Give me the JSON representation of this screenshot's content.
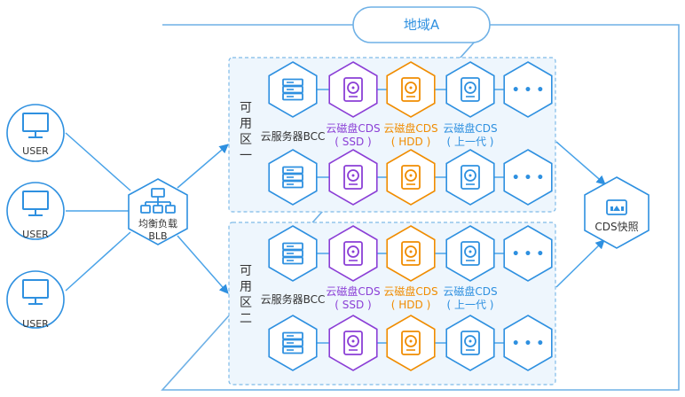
{
  "region": {
    "title": "地域A"
  },
  "users": [
    {
      "label": "USER"
    },
    {
      "label": "USER"
    },
    {
      "label": "USER"
    }
  ],
  "blb": {
    "line1": "均衡负载",
    "line2": "BLB"
  },
  "zones": [
    {
      "zone_label": [
        "可",
        "用",
        "区",
        "一"
      ],
      "bcc_label": "云服务器BCC",
      "disks": [
        {
          "name": "云磁盘CDS",
          "type": "( SSD )",
          "color": "#8b3fd6"
        },
        {
          "name": "云磁盘CDS",
          "type": "( HDD )",
          "color": "#f08c00"
        },
        {
          "name": "云磁盘CDS",
          "type": "( 上一代 )",
          "color": "#2e90e0"
        }
      ]
    },
    {
      "zone_label": [
        "可",
        "用",
        "区",
        "二"
      ],
      "bcc_label": "云服务器BCC",
      "disks": [
        {
          "name": "云磁盘CDS",
          "type": "( SSD )",
          "color": "#8b3fd6"
        },
        {
          "name": "云磁盘CDS",
          "type": "( HDD )",
          "color": "#f08c00"
        },
        {
          "name": "云磁盘CDS",
          "type": "( 上一代 )",
          "color": "#2e90e0"
        }
      ]
    }
  ],
  "snapshot": {
    "label": "CDS快照"
  },
  "more_glyph": "• • •",
  "colors": {
    "blue": "#2e90e0",
    "line": "#4aa3e8",
    "purple": "#8b3fd6",
    "orange": "#f08c00",
    "zone_bg": "#eef6fd",
    "zone_border": "#7fbbe8",
    "text": "#333333"
  }
}
